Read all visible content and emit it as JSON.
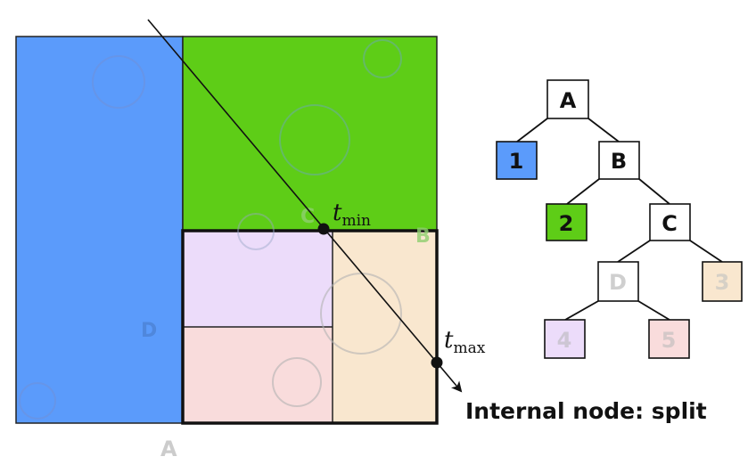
{
  "colors": {
    "blue": "#5b9bfb",
    "green": "#5ecd17",
    "lavender": "#ecdcfa",
    "pink": "#f9dcdc",
    "peach": "#f9e7cf",
    "faint_circle": "#8a9bd6",
    "faint_label": "#c8c8c8",
    "node_border": "#111111"
  },
  "region_labels": {
    "a": "A",
    "b": "B",
    "c": "C",
    "d": "D"
  },
  "ray": {
    "t_min_var": "t",
    "t_min_sub": "min",
    "t_max_var": "t",
    "t_max_sub": "max"
  },
  "tree": {
    "a": "A",
    "b": "B",
    "c": "C",
    "d": "D",
    "leaf1": "1",
    "leaf2": "2",
    "leaf3": "3",
    "leaf4": "4",
    "leaf5": "5"
  },
  "caption": "Internal node: split"
}
